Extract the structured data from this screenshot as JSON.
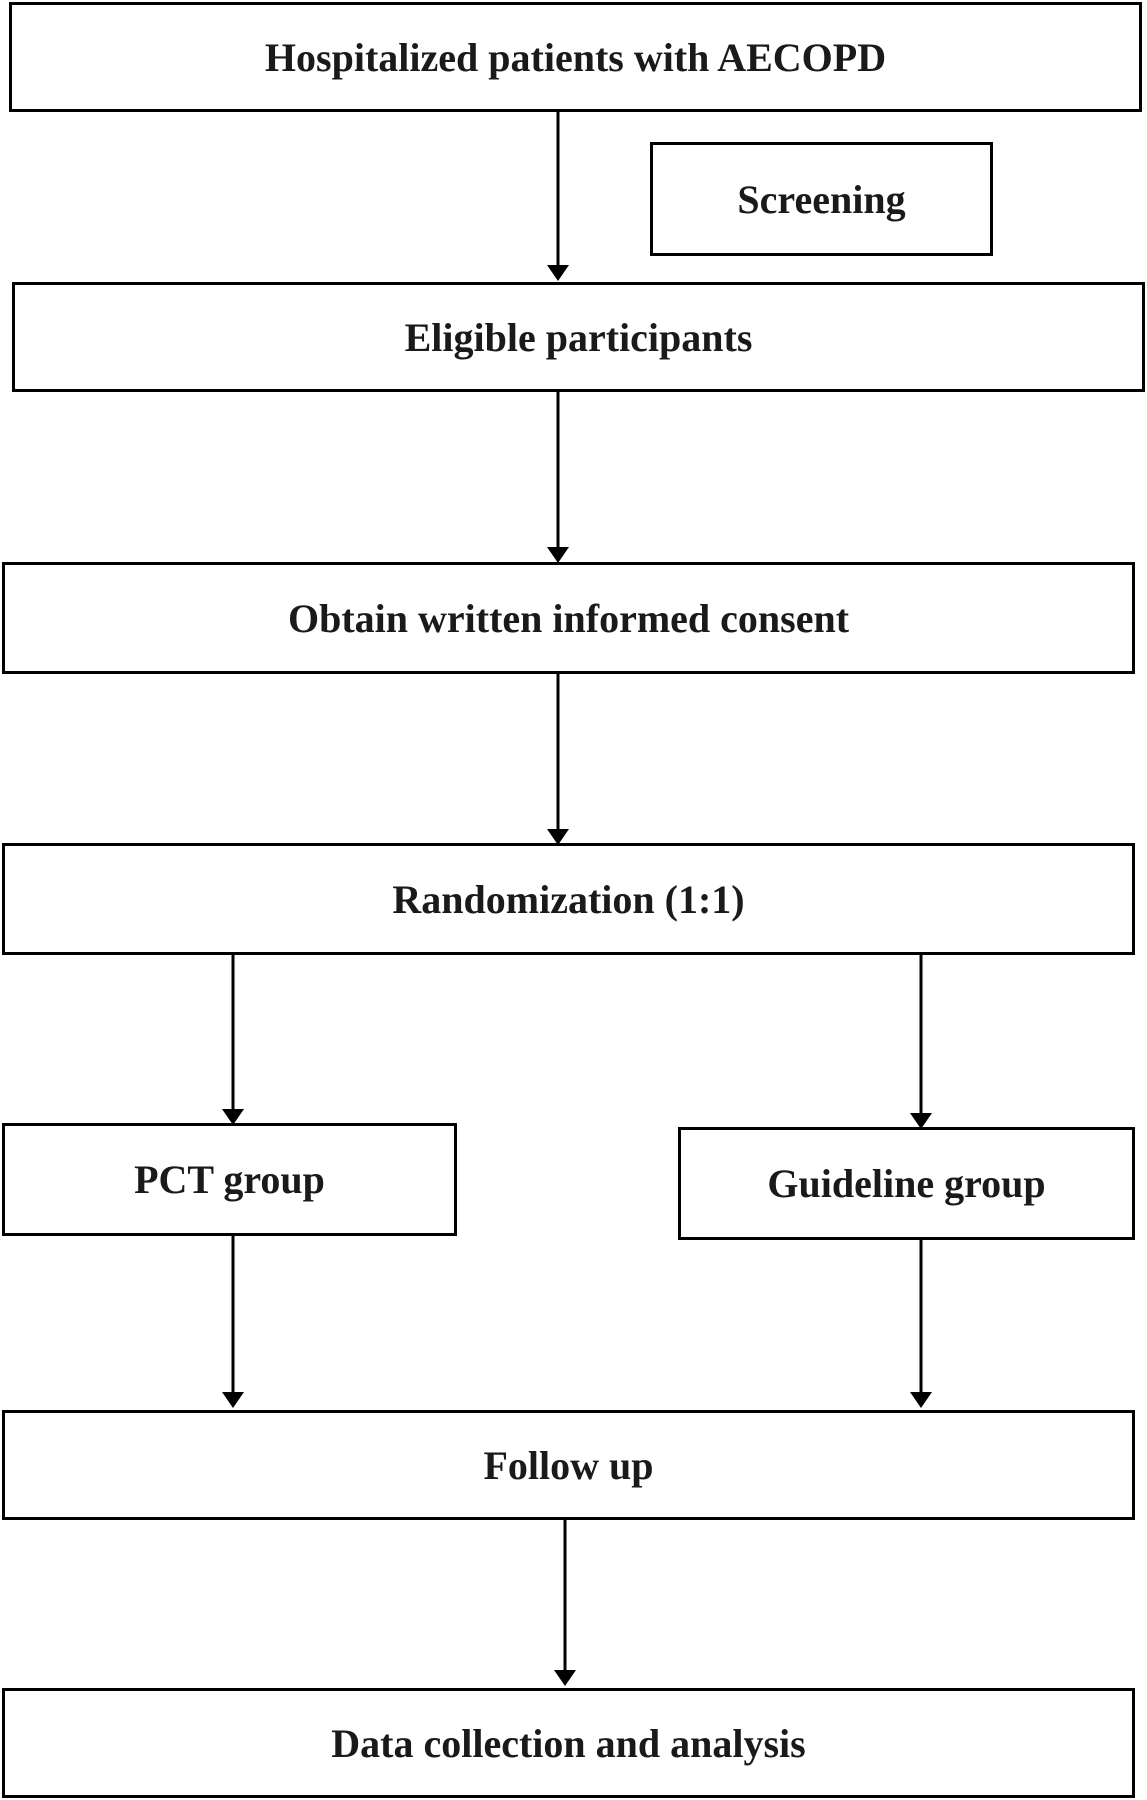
{
  "flowchart": {
    "hospitalized": "Hospitalized patients with AECOPD",
    "screening": "Screening",
    "eligible": "Eligible participants",
    "consent": "Obtain written informed consent",
    "randomization": "Randomization (1:1)",
    "pct_group": "PCT group",
    "guideline_group": "Guideline group",
    "follow_up": "Follow up",
    "data_collection": "Data collection and analysis"
  },
  "colors": {
    "stroke": "#000000",
    "text": "#1a1a1a",
    "background": "#ffffff"
  }
}
